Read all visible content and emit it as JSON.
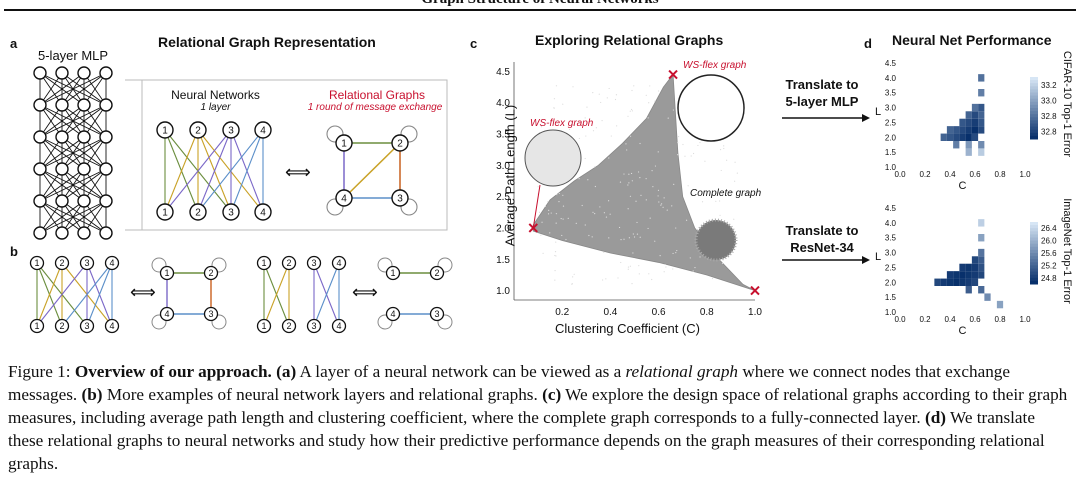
{
  "header": {
    "title": "Graph Structure of Neural Networks"
  },
  "panel_a": {
    "letter": "a",
    "mlp_label": "5-layer MLP",
    "title": "Relational Graph Representation",
    "nn_title": "Neural Networks",
    "nn_sub": "1 layer",
    "rg_title": "Relational Graphs",
    "rg_sub": "1 round of message exchange",
    "node_labels": [
      "1",
      "2",
      "3",
      "4"
    ],
    "arrow": "⟺"
  },
  "panel_b": {
    "letter": "b",
    "arrow": "⟺"
  },
  "panel_c": {
    "letter": "c",
    "title": "Exploring Relational Graphs",
    "annotations": {
      "ws_flex_1": "WS-flex graph",
      "ws_flex_2": "WS-flex graph",
      "complete": "Complete graph"
    }
  },
  "panel_d": {
    "letter": "d",
    "title": "Neural Net Performance",
    "translate_1": [
      "Translate to",
      "5-layer MLP"
    ],
    "translate_2": [
      "Translate to",
      "ResNet-34"
    ]
  },
  "caption": {
    "fig": "Figure 1:",
    "bold": "Overview of our approach.",
    "a_tag": "(a)",
    "a_text_1": " A layer of a neural network can be viewed as a ",
    "a_ital": "relational graph",
    "a_text_2": " where we connect nodes that exchange messages. ",
    "b_tag": "(b)",
    "b_text": " More examples of neural network layers and relational graphs. ",
    "c_tag": "(c)",
    "c_text": " We explore the design space of relational graphs according to their graph measures, including average path length and clustering coefficient, where the complete graph corresponds to a fully-connected layer. ",
    "d_tag": "(d)",
    "d_text": " We translate these relational graphs to neural networks and study how their predictive performance depends on the graph measures of their corresponding relational graphs."
  },
  "chart_data": [
    {
      "type": "scatter",
      "title": "Exploring Relational Graphs",
      "xlabel": "Clustering Coefficient (C)",
      "ylabel": "Average Path Length (L)",
      "xlim": [
        0.0,
        1.0
      ],
      "ylim": [
        0.85,
        4.65
      ],
      "xticks": [
        "0.2",
        "0.4",
        "0.6",
        "0.8",
        "1.0"
      ],
      "yticks": [
        "1.0",
        "1.5",
        "2.0",
        "2.5",
        "3.0",
        "3.5",
        "4.0",
        "4.5"
      ],
      "region_upper": [
        [
          0.08,
          2.05
        ],
        [
          0.15,
          2.45
        ],
        [
          0.25,
          2.75
        ],
        [
          0.35,
          3.0
        ],
        [
          0.45,
          3.35
        ],
        [
          0.55,
          3.75
        ],
        [
          0.62,
          4.25
        ],
        [
          0.66,
          4.45
        ],
        [
          0.68,
          3.2
        ],
        [
          0.7,
          2.5
        ],
        [
          0.75,
          2.0
        ],
        [
          0.85,
          1.5
        ],
        [
          0.95,
          1.1
        ],
        [
          1.0,
          1.0
        ]
      ],
      "region_lower": [
        [
          0.08,
          1.95
        ],
        [
          0.2,
          1.8
        ],
        [
          0.4,
          1.6
        ],
        [
          0.6,
          1.45
        ],
        [
          0.8,
          1.25
        ],
        [
          1.0,
          1.0
        ]
      ],
      "highlighted_points": [
        {
          "label": "WS-flex graph",
          "x": 0.08,
          "y": 2.0
        },
        {
          "label": "WS-flex graph",
          "x": 0.66,
          "y": 4.45
        },
        {
          "label": "Complete graph",
          "x": 1.0,
          "y": 1.0
        }
      ]
    },
    {
      "type": "heatmap",
      "title": "CIFAR-10 Top-1 Error",
      "xlabel": "C",
      "ylabel": "L",
      "xticks": [
        "0.0",
        "0.2",
        "0.4",
        "0.6",
        "0.8",
        "1.0"
      ],
      "yticks": [
        "1.0",
        "1.5",
        "2.0",
        "2.5",
        "3.0",
        "3.5",
        "4.0",
        "4.5"
      ],
      "colorbar_ticks": [
        "32.8",
        "32.8",
        "33.0",
        "33.2"
      ],
      "cells": [
        [
          0.35,
          2.0,
          32.8
        ],
        [
          0.4,
          2.0,
          32.75
        ],
        [
          0.45,
          2.0,
          32.7
        ],
        [
          0.5,
          2.0,
          32.65
        ],
        [
          0.55,
          2.0,
          32.6
        ],
        [
          0.6,
          2.0,
          32.7
        ],
        [
          0.4,
          2.25,
          32.8
        ],
        [
          0.45,
          2.25,
          32.75
        ],
        [
          0.5,
          2.25,
          32.7
        ],
        [
          0.55,
          2.25,
          32.65
        ],
        [
          0.6,
          2.25,
          32.6
        ],
        [
          0.65,
          2.25,
          32.7
        ],
        [
          0.5,
          2.5,
          32.75
        ],
        [
          0.55,
          2.5,
          32.7
        ],
        [
          0.6,
          2.5,
          32.65
        ],
        [
          0.65,
          2.5,
          32.75
        ],
        [
          0.55,
          2.75,
          32.8
        ],
        [
          0.6,
          2.75,
          32.7
        ],
        [
          0.65,
          2.75,
          32.8
        ],
        [
          0.6,
          3.0,
          32.85
        ],
        [
          0.65,
          3.0,
          32.75
        ],
        [
          0.65,
          3.5,
          32.9
        ],
        [
          0.65,
          4.0,
          32.85
        ],
        [
          0.45,
          1.75,
          32.9
        ],
        [
          0.55,
          1.75,
          33.0
        ],
        [
          0.65,
          1.75,
          32.95
        ],
        [
          0.55,
          1.5,
          33.1
        ],
        [
          0.65,
          1.5,
          33.2
        ]
      ]
    },
    {
      "type": "heatmap",
      "title": "ImageNet Top-1 Error",
      "xlabel": "C",
      "ylabel": "L",
      "xticks": [
        "0.0",
        "0.2",
        "0.4",
        "0.6",
        "0.8",
        "1.0"
      ],
      "yticks": [
        "1.0",
        "1.5",
        "2.0",
        "2.5",
        "3.0",
        "3.5",
        "4.0",
        "4.5"
      ],
      "colorbar_ticks": [
        "24.8",
        "25.2",
        "25.6",
        "26.0",
        "26.4"
      ],
      "cells": [
        [
          0.3,
          2.0,
          25.0
        ],
        [
          0.35,
          2.0,
          24.9
        ],
        [
          0.4,
          2.0,
          24.85
        ],
        [
          0.45,
          2.0,
          24.8
        ],
        [
          0.5,
          2.0,
          24.85
        ],
        [
          0.55,
          2.0,
          24.9
        ],
        [
          0.6,
          2.0,
          25.0
        ],
        [
          0.4,
          2.25,
          24.9
        ],
        [
          0.45,
          2.25,
          24.85
        ],
        [
          0.5,
          2.25,
          24.8
        ],
        [
          0.55,
          2.25,
          24.85
        ],
        [
          0.6,
          2.25,
          24.9
        ],
        [
          0.65,
          2.25,
          25.0
        ],
        [
          0.5,
          2.5,
          24.9
        ],
        [
          0.55,
          2.5,
          24.85
        ],
        [
          0.6,
          2.5,
          24.9
        ],
        [
          0.65,
          2.5,
          25.1
        ],
        [
          0.6,
          2.75,
          25.0
        ],
        [
          0.65,
          2.75,
          25.2
        ],
        [
          0.65,
          3.0,
          25.4
        ],
        [
          0.65,
          3.5,
          25.8
        ],
        [
          0.65,
          4.0,
          26.2
        ],
        [
          0.55,
          1.75,
          25.2
        ],
        [
          0.65,
          1.75,
          25.3
        ],
        [
          0.7,
          1.5,
          25.6
        ],
        [
          0.8,
          1.25,
          25.8
        ]
      ]
    }
  ]
}
